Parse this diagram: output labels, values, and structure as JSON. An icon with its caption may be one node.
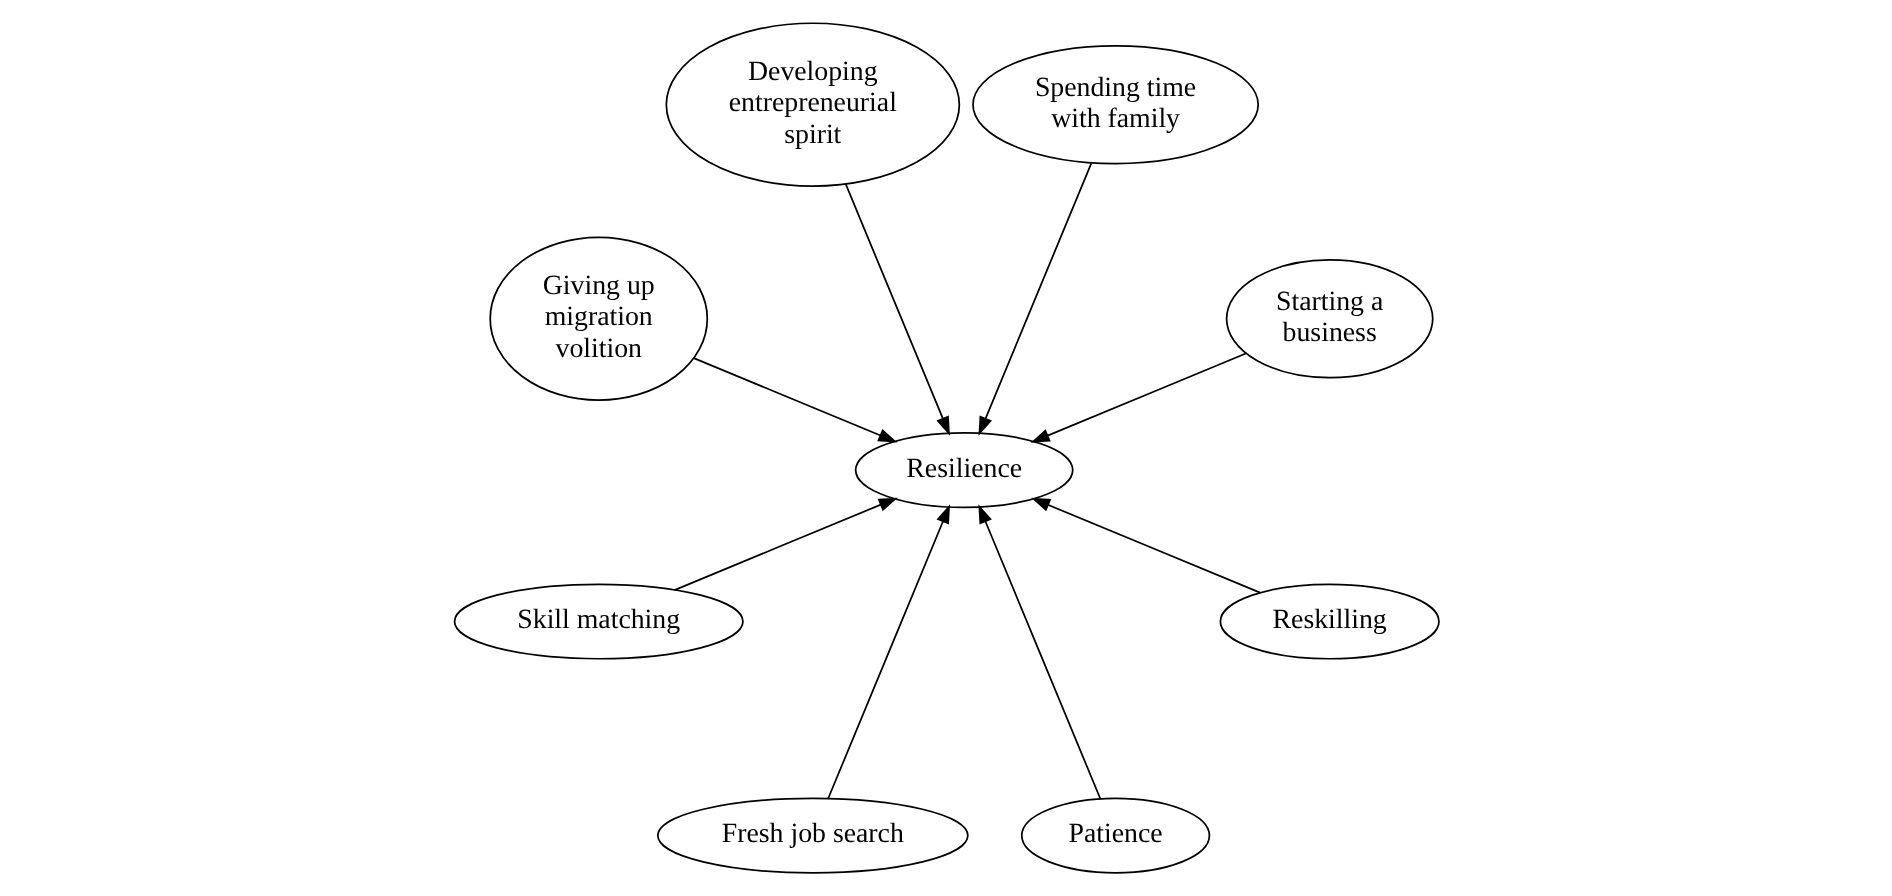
{
  "diagram": {
    "nodes": [
      {
        "text": [
          "Starting a business"
        ]
      },
      {
        "text": [
          "Spending time with family"
        ]
      },
      {
        "text": [
          "Developing entrepreneurial spirit"
        ]
      },
      {
        "text": [
          "Giving up migration volition"
        ]
      },
      {
        "text": [
          "Resilience"
        ]
      },
      {
        "text": [
          "Skill matching"
        ]
      },
      {
        "text": [
          "Fresh job search"
        ]
      },
      {
        "text": [
          "Patience"
        ]
      },
      {
        "text": [
          "Reskilling"
        ]
      }
    ],
    "edges": [
      {
        "from": 0,
        "to": 4,
        "arrow": "to"
      },
      {
        "from": 1,
        "to": 4,
        "arrow": "to"
      },
      {
        "from": 2,
        "to": 4,
        "arrow": "to"
      },
      {
        "from": 3,
        "to": 4,
        "arrow": "to"
      },
      {
        "from": 5,
        "to": 4,
        "arrow": "to"
      },
      {
        "from": 6,
        "to": 4,
        "arrow": "to"
      },
      {
        "from": 7,
        "to": 4,
        "arrow": "to"
      },
      {
        "from": 8,
        "to": 4,
        "arrow": "to"
      }
    ]
  }
}
